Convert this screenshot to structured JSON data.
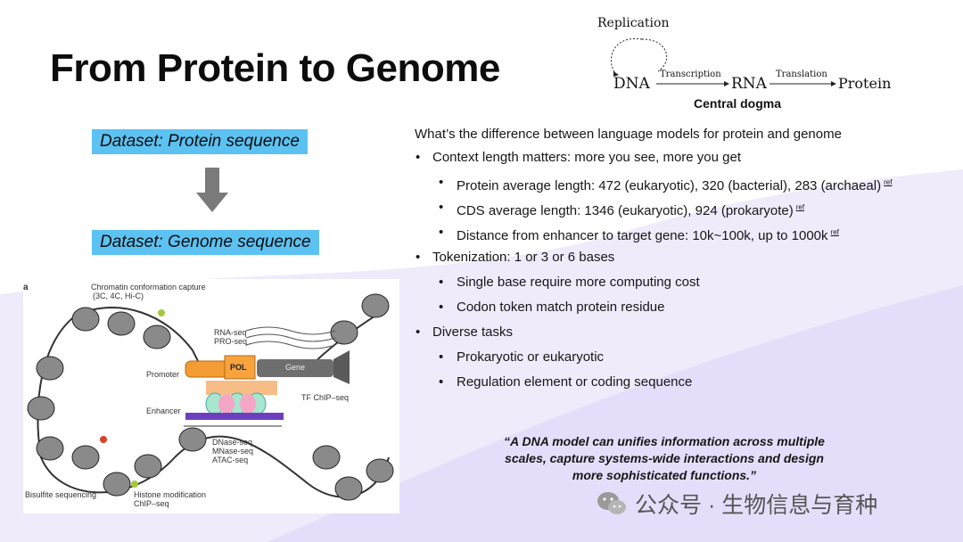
{
  "title": "From Protein to Genome",
  "central_dogma": {
    "replication": "Replication",
    "dna": "DNA",
    "rna": "RNA",
    "protein": "Protein",
    "transcription": "Transcription",
    "translation": "Translation",
    "caption": "Central dogma"
  },
  "datasets": {
    "protein": "Dataset: Protein sequence",
    "genome": "Dataset: Genome sequence"
  },
  "figure": {
    "panel": "a",
    "labels": {
      "chromatin": "Chromatin conformation capture",
      "chromatin_methods": "(3C, 4C, Hi-C)",
      "rna_seq": "RNA-seq",
      "pro_seq": "PRO-seq",
      "promoter": "Promoter",
      "pol": "POL",
      "gene": "Gene",
      "tf_chip": "TF ChIP–seq",
      "enhancer": "Enhancer",
      "dnase": "DNase-seq",
      "mnase": "MNase-seq",
      "atac": "ATAC-seq",
      "bisulfite": "Bisulfite sequencing",
      "histone": "Histone modification",
      "chip": "ChIP–seq"
    }
  },
  "bullets": {
    "intro": "What’s the difference between language models for protein and genome",
    "items": [
      {
        "text": "Context length matters: more you see, more you get",
        "ref": ""
      },
      {
        "text": "Protein average length: 472 (eukaryotic), 320 (bacterial), 283 (archaeal)",
        "ref": "ref"
      },
      {
        "text": "CDS average length: 1346 (eukaryotic), 924 (prokaryote)",
        "ref": "ref"
      },
      {
        "text": "Distance from enhancer to target gene: 10k~100k, up to 1000k",
        "ref": "ref"
      },
      {
        "text": "Tokenization: 1 or 3 or 6 bases",
        "ref": ""
      },
      {
        "text": "Single base require more computing cost",
        "ref": ""
      },
      {
        "text": "Codon token match protein residue",
        "ref": ""
      },
      {
        "text": "Diverse tasks",
        "ref": ""
      },
      {
        "text": "Prokaryotic or eukaryotic",
        "ref": ""
      },
      {
        "text": "Regulation element or coding sequence",
        "ref": ""
      }
    ]
  },
  "quote": {
    "line1": "“A DNA model can unifies information across multiple",
    "line2": "scales, capture systems-wide interactions and design",
    "line3": "more sophisticated functions.”"
  },
  "watermark": {
    "text": "公众号 · 生物信息与育种",
    "icon": "wechat-icon"
  },
  "colors": {
    "dataset_bg": "#5bc2f2",
    "wave": "#e4defa",
    "arrow": "#7a7a7a"
  }
}
